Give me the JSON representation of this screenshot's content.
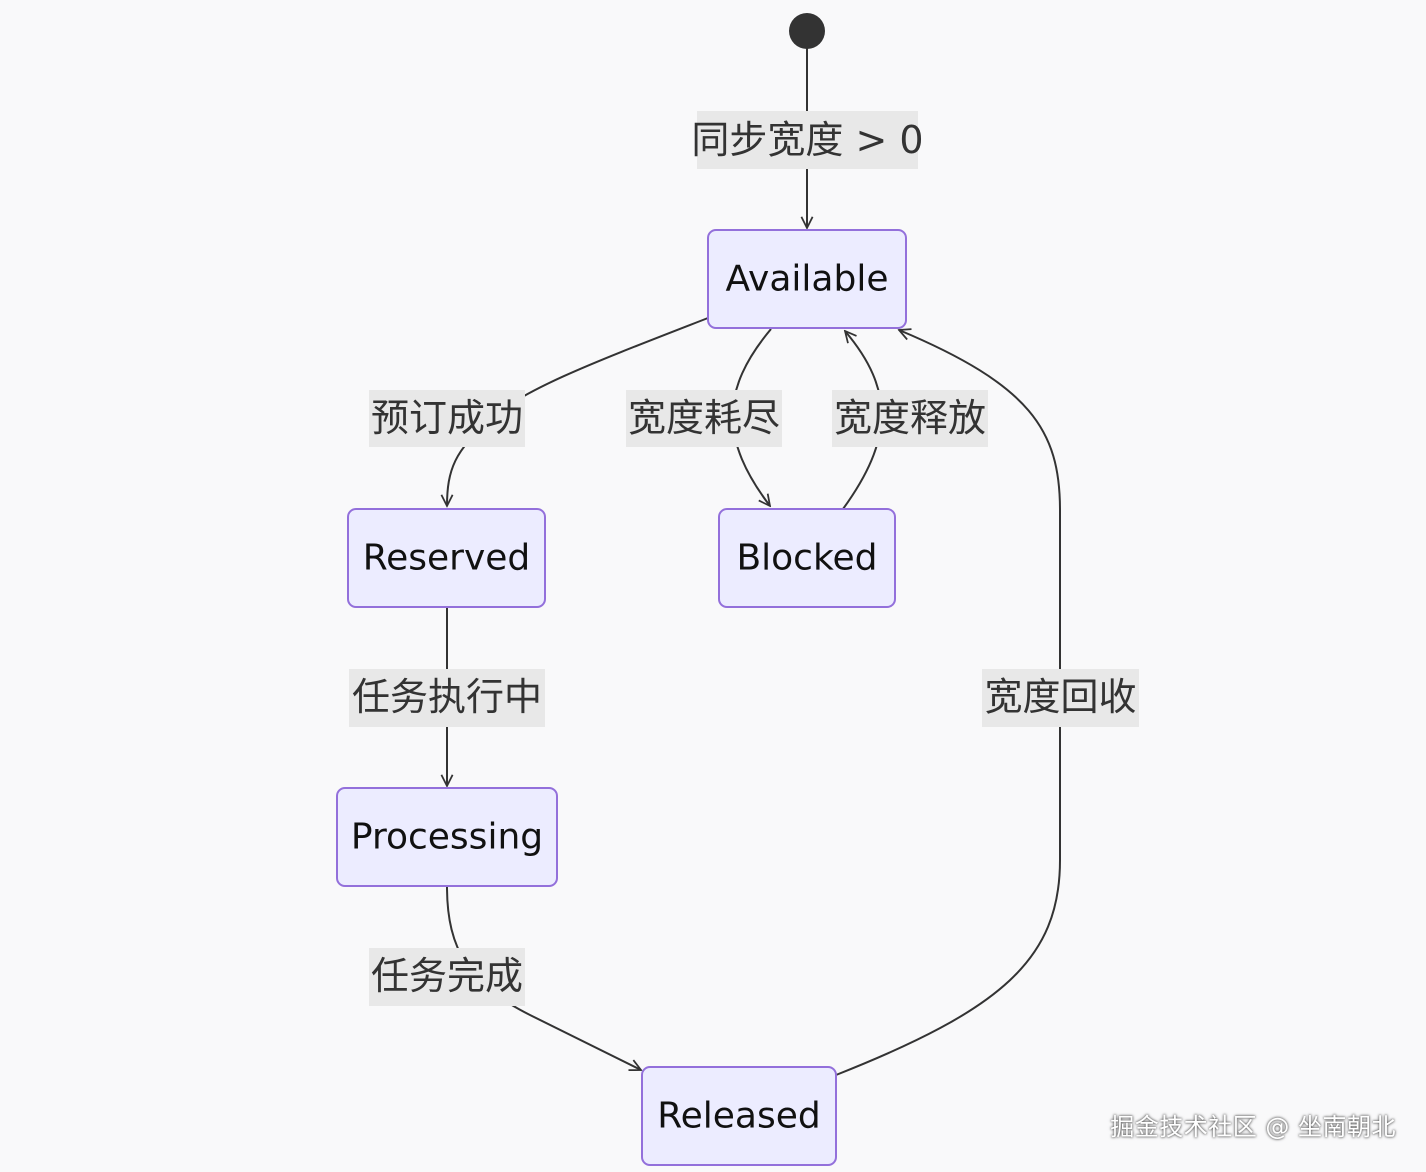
{
  "diagram": {
    "states": {
      "available": "Available",
      "reserved": "Reserved",
      "blocked": "Blocked",
      "processing": "Processing",
      "released": "Released"
    },
    "transitions": {
      "start_to_available": "同步宽度 > 0",
      "available_to_reserved": "预订成功",
      "available_to_blocked": "宽度耗尽",
      "blocked_to_available": "宽度释放",
      "reserved_to_processing": "任务执行中",
      "processing_to_released": "任务完成",
      "released_to_available": "宽度回收"
    },
    "colors": {
      "node_fill": "#ECECFF",
      "node_stroke": "#9370DB",
      "edge": "#333333",
      "label_bg": "#E8E8E8",
      "start": "#333333"
    }
  },
  "watermark": "掘金技术社区 @ 坐南朝北"
}
